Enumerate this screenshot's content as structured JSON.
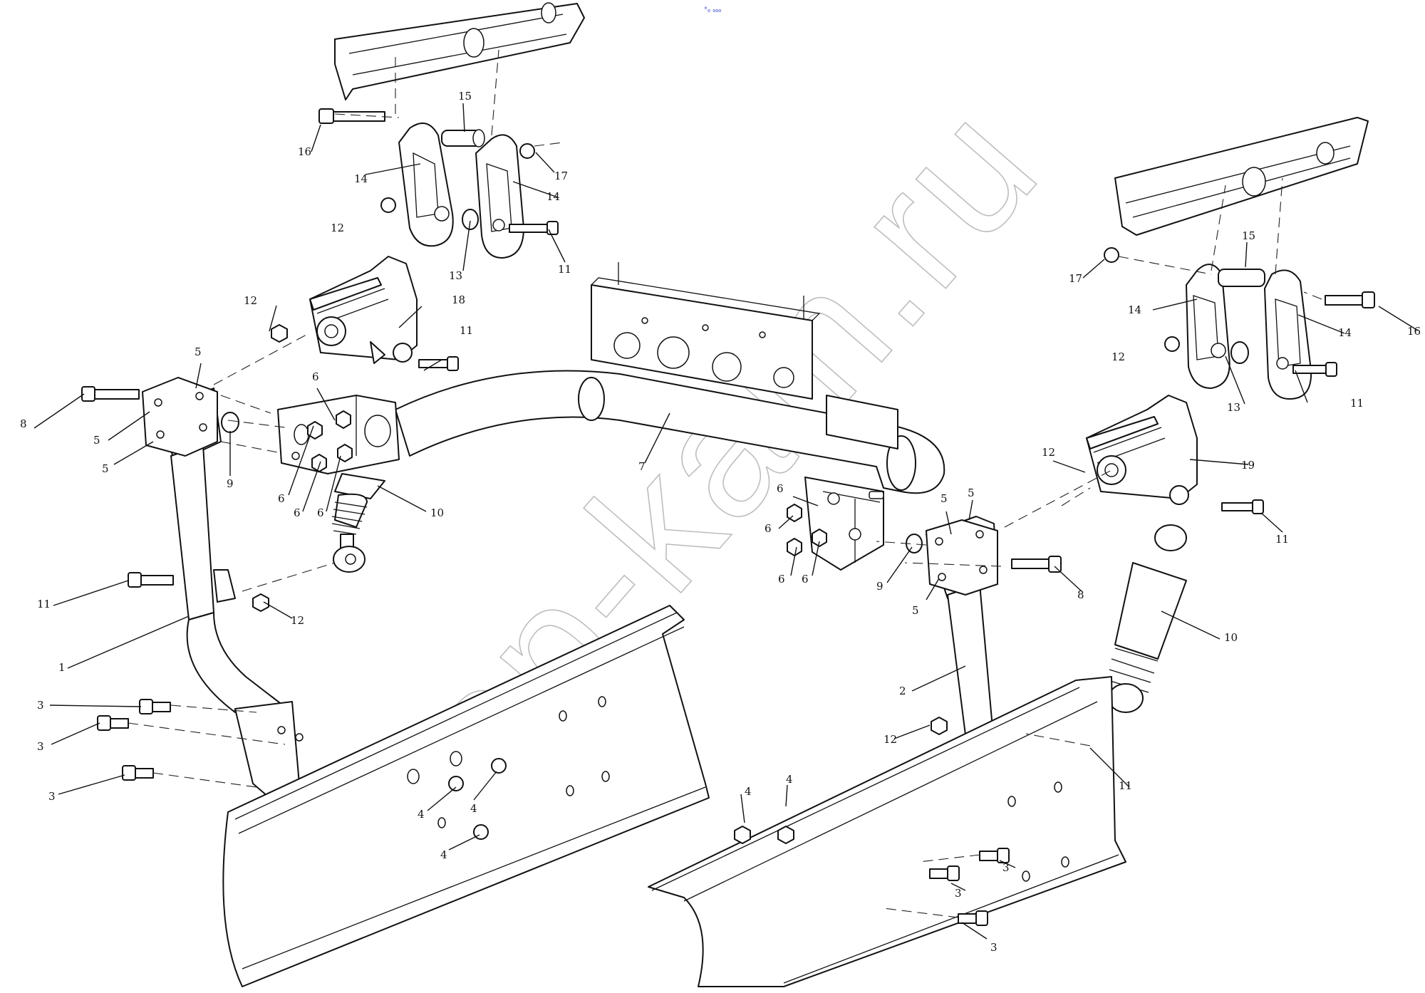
{
  "diagram": {
    "top_mark": "°₀ ₀₀₀",
    "watermark": "zap-kam.ru",
    "callouts": {
      "c1": "1",
      "c2": "2",
      "c3a": "3",
      "c3b": "3",
      "c3c": "3",
      "c3d": "3",
      "c3e": "3",
      "c3f": "3",
      "c4a": "4",
      "c4b": "4",
      "c4c": "4",
      "c4d": "4",
      "c4e": "4",
      "c5a": "5",
      "c5b": "5",
      "c5c": "5",
      "c5d": "5",
      "c5e": "5",
      "c5f": "5",
      "c6a": "6",
      "c6b": "6",
      "c6c": "6",
      "c6d": "6",
      "c6e": "6",
      "c6f": "6",
      "c6g": "6",
      "c6h": "6",
      "c7": "7",
      "c8a": "8",
      "c8b": "8",
      "c9a": "9",
      "c9b": "9",
      "c10a": "10",
      "c10b": "10",
      "c11a": "11",
      "c11b": "11",
      "c11c": "11",
      "c11d": "11",
      "c11e": "11",
      "c11f": "11",
      "c12a": "12",
      "c12b": "12",
      "c12c": "12",
      "c12d": "12",
      "c12e": "12",
      "c12f": "12",
      "c13a": "13",
      "c13b": "13",
      "c14a": "14",
      "c14b": "14",
      "c14c": "14",
      "c14d": "14",
      "c15a": "15",
      "c15b": "15",
      "c16a": "16",
      "c16b": "16",
      "c17a": "17",
      "c17b": "17",
      "c18": "18",
      "c19": "19"
    }
  }
}
